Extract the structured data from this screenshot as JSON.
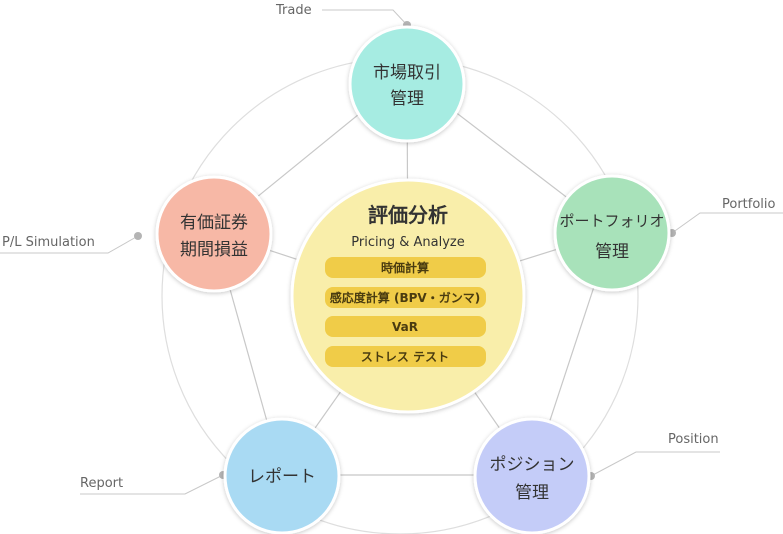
{
  "center": {
    "title": "評価分析",
    "subtitle": "Pricing & Analyze",
    "items": [
      "時価計算",
      "感応度計算 (BPV・ガンマ)",
      "VaR",
      "ストレス テスト"
    ],
    "color": "#f9eeaa"
  },
  "nodes": {
    "trade": {
      "line1": "市場取引",
      "line2": "管理",
      "color": "#a6ece2"
    },
    "portfolio": {
      "line1": "ポートフォリオ",
      "line2": "管理",
      "color": "#a8e2ba"
    },
    "position": {
      "line1": "ポジション",
      "line2": "管理",
      "color": "#c4ccf8"
    },
    "report": {
      "line1": "レポート",
      "line2": "",
      "color": "#a9daf3"
    },
    "pl": {
      "line1": "有価証券",
      "line2": "期間損益",
      "color": "#f7b8a6"
    }
  },
  "callouts": {
    "trade": "Trade",
    "portfolio": "Portfolio",
    "position": "Position",
    "report": "Report",
    "pl": "P/L Simulation"
  }
}
